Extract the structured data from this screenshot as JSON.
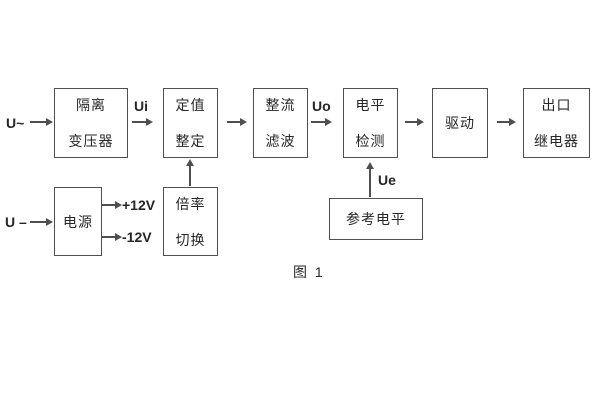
{
  "diagram": {
    "caption": "图 1",
    "colors": {
      "line": "#4f4f4f",
      "text": "#262626",
      "background": "#ffffff"
    },
    "signal_labels": {
      "input_ac": "U~",
      "input_dc": "U –",
      "ui": "Ui",
      "uo": "Uo",
      "ue": "Ue",
      "plus_12v": "+12V",
      "minus_12v": "-12V"
    },
    "blocks": {
      "isolation_transformer": {
        "line1": "隔离",
        "line2": "变压器"
      },
      "setting_adjustment": {
        "line1": "定值",
        "line2": "整定"
      },
      "rectifier_filter": {
        "line1": "整流",
        "line2": "滤波"
      },
      "level_detection": {
        "line1": "电平",
        "line2": "检测"
      },
      "drive": {
        "line1": "驱动"
      },
      "output_relay": {
        "line1": "出口",
        "line2": "继电器"
      },
      "power_supply": {
        "line1": "电源"
      },
      "ratio_switch": {
        "line1": "倍率",
        "line2": "切换"
      },
      "reference_level": {
        "line1": "参考电平"
      }
    }
  }
}
